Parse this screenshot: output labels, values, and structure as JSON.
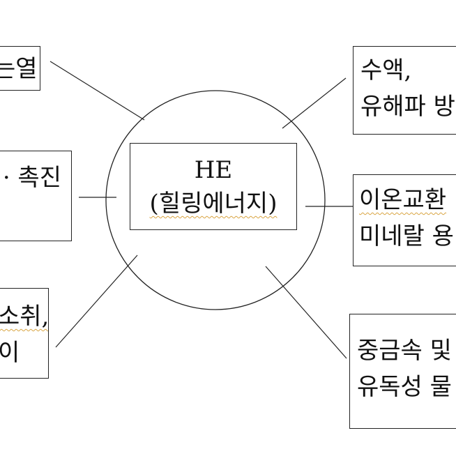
{
  "center": {
    "line1": "HE",
    "line2": "(힐링에너지)"
  },
  "left_boxes": [
    {
      "lines": [
        "는열"
      ]
    },
    {
      "lines": [
        "· 촉진"
      ]
    },
    {
      "lines": [
        "소취,",
        "이"
      ]
    }
  ],
  "right_boxes": [
    {
      "lines": [
        "수액,",
        "유해파 방"
      ]
    },
    {
      "lines": [
        "이온교환",
        "미네랄 용"
      ]
    },
    {
      "lines": [
        "중금속 및",
        "유독성 물"
      ]
    }
  ]
}
